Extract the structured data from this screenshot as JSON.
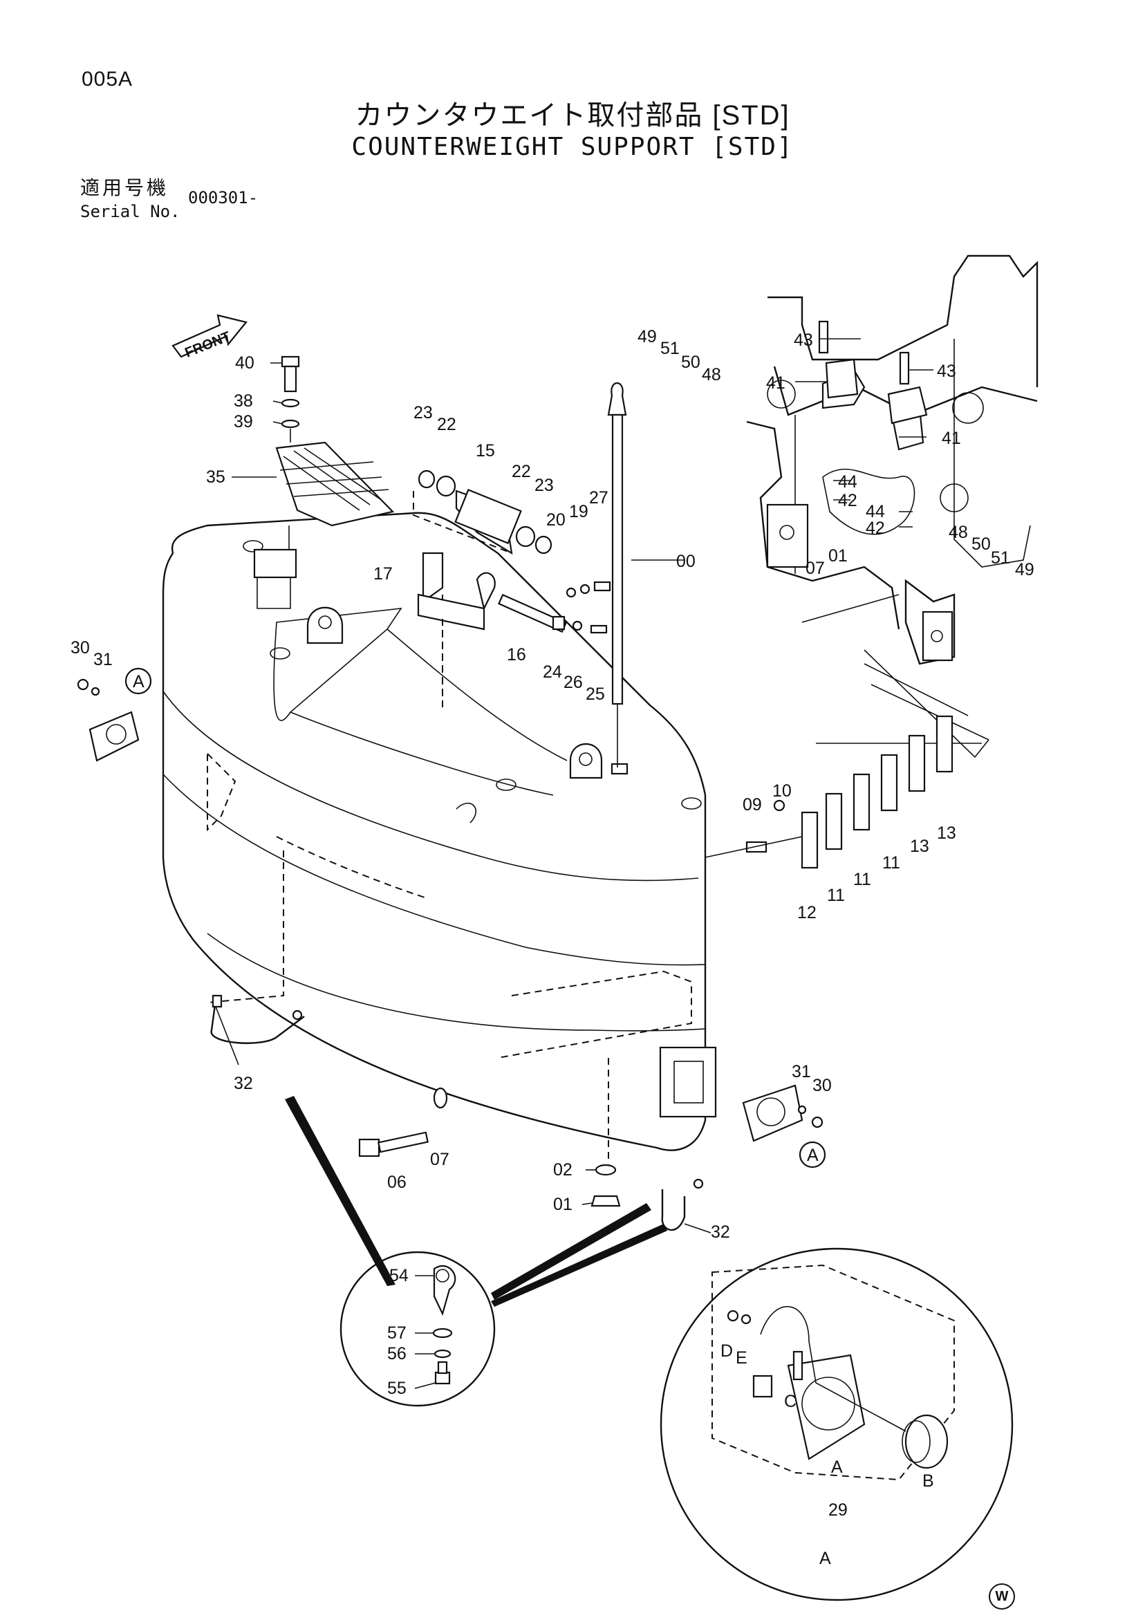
{
  "header": {
    "page_code": "005A",
    "title_jp": "カウンタウエイト取付部品 [STD]",
    "title_en": "COUNTERWEIGHT SUPPORT [STD]",
    "serial_label_jp": "適用号機",
    "serial_label_en": "Serial No.",
    "serial_value": "000301-"
  },
  "diagram": {
    "front_label": "FRONT",
    "part_labels": {
      "p40": "40",
      "p38": "38",
      "p39": "39",
      "p35": "35",
      "p23a": "23",
      "p22a": "22",
      "p15": "15",
      "p22b": "22",
      "p23b": "23",
      "p20": "20",
      "p19": "19",
      "p27": "27",
      "p00": "00",
      "p17": "17",
      "p16": "16",
      "p24": "24",
      "p26": "26",
      "p25": "25",
      "p30a": "30",
      "p31a": "31",
      "p49a": "49",
      "p51a": "51",
      "p50a": "50",
      "p48a": "48",
      "p43a": "43",
      "p41a": "41",
      "p43b": "43",
      "p41b": "41",
      "p44a": "44",
      "p42a": "42",
      "p44b": "44",
      "p42b": "42",
      "p48b": "48",
      "p50b": "50",
      "p51b": "51",
      "p49b": "49",
      "p07a": "07",
      "p01a": "01",
      "p09": "09",
      "p10": "10",
      "p12": "12",
      "p11a": "11",
      "p11b": "11",
      "p11c": "11",
      "p13a": "13",
      "p13b": "13",
      "p32a": "32",
      "p32b": "32",
      "p06": "06",
      "p07b": "07",
      "p02": "02",
      "p01b": "01",
      "p31b": "31",
      "p30b": "30",
      "p54": "54",
      "p57": "57",
      "p56": "56",
      "p55": "55",
      "pD": "D",
      "pE": "E",
      "pC": "C",
      "pA": "A",
      "pB": "B",
      "p29": "29",
      "pA2": "A",
      "calloutA1": "A",
      "calloutA2": "A"
    }
  },
  "footer": {
    "mark": "W"
  }
}
